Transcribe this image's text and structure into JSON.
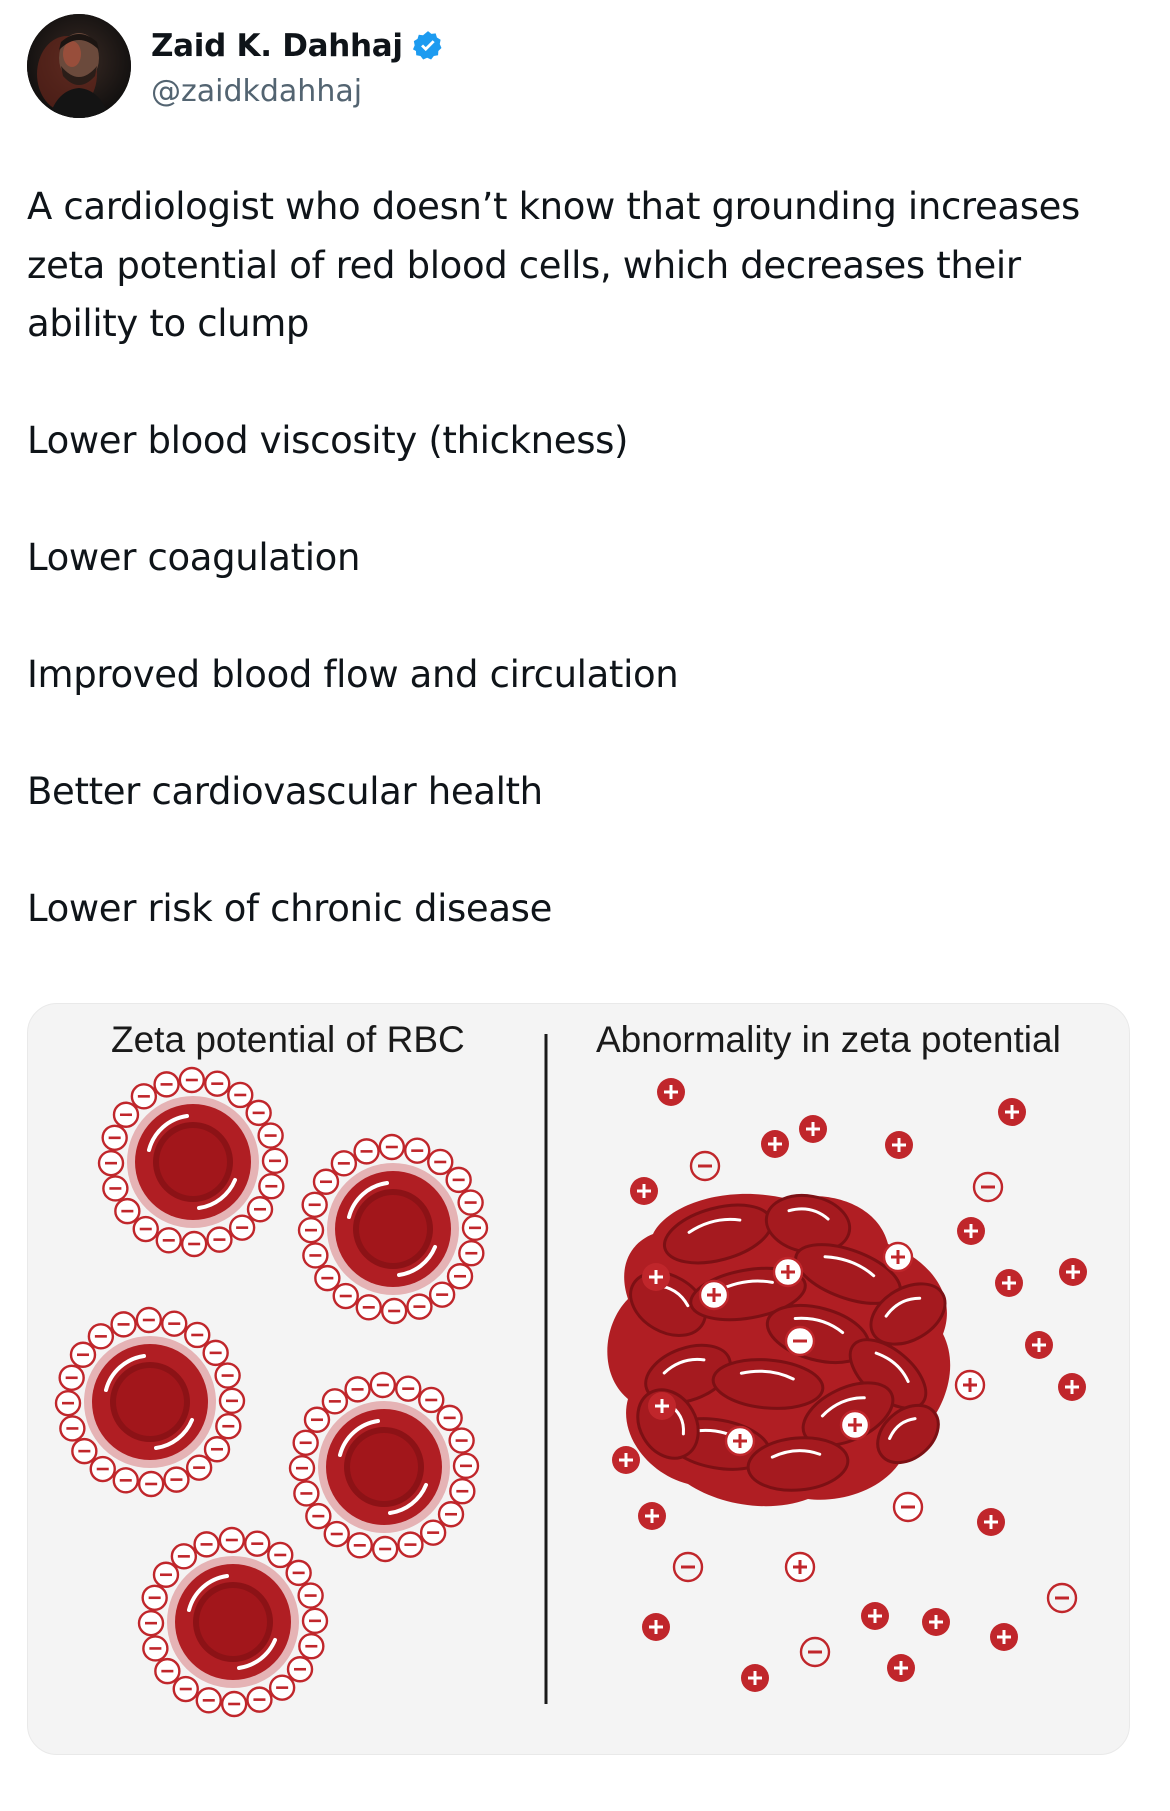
{
  "author": {
    "display_name": "Zaid K. Dahhaj",
    "handle": "@zaidkdahhaj",
    "verified": true,
    "verified_color": "#1d9bf0",
    "avatar_icon": "avatar-photo"
  },
  "tweet": {
    "paragraphs": [
      "A cardiologist who doesn’t know that grounding increases zeta potential of red blood cells, which decreases their ability to clump",
      "Lower blood viscosity (thickness)",
      "Lower coagulation",
      "Improved blood flow and circulation",
      "Better cardiovascular health",
      "Lower risk of chronic disease"
    ]
  },
  "media": {
    "left_title": "Zeta potential of RBC",
    "right_title": "Abnormality in zeta potential",
    "cell_color": "#b01e23",
    "cell_dark": "#8c1216",
    "negative_symbol": "−",
    "positive_symbol": "+"
  }
}
